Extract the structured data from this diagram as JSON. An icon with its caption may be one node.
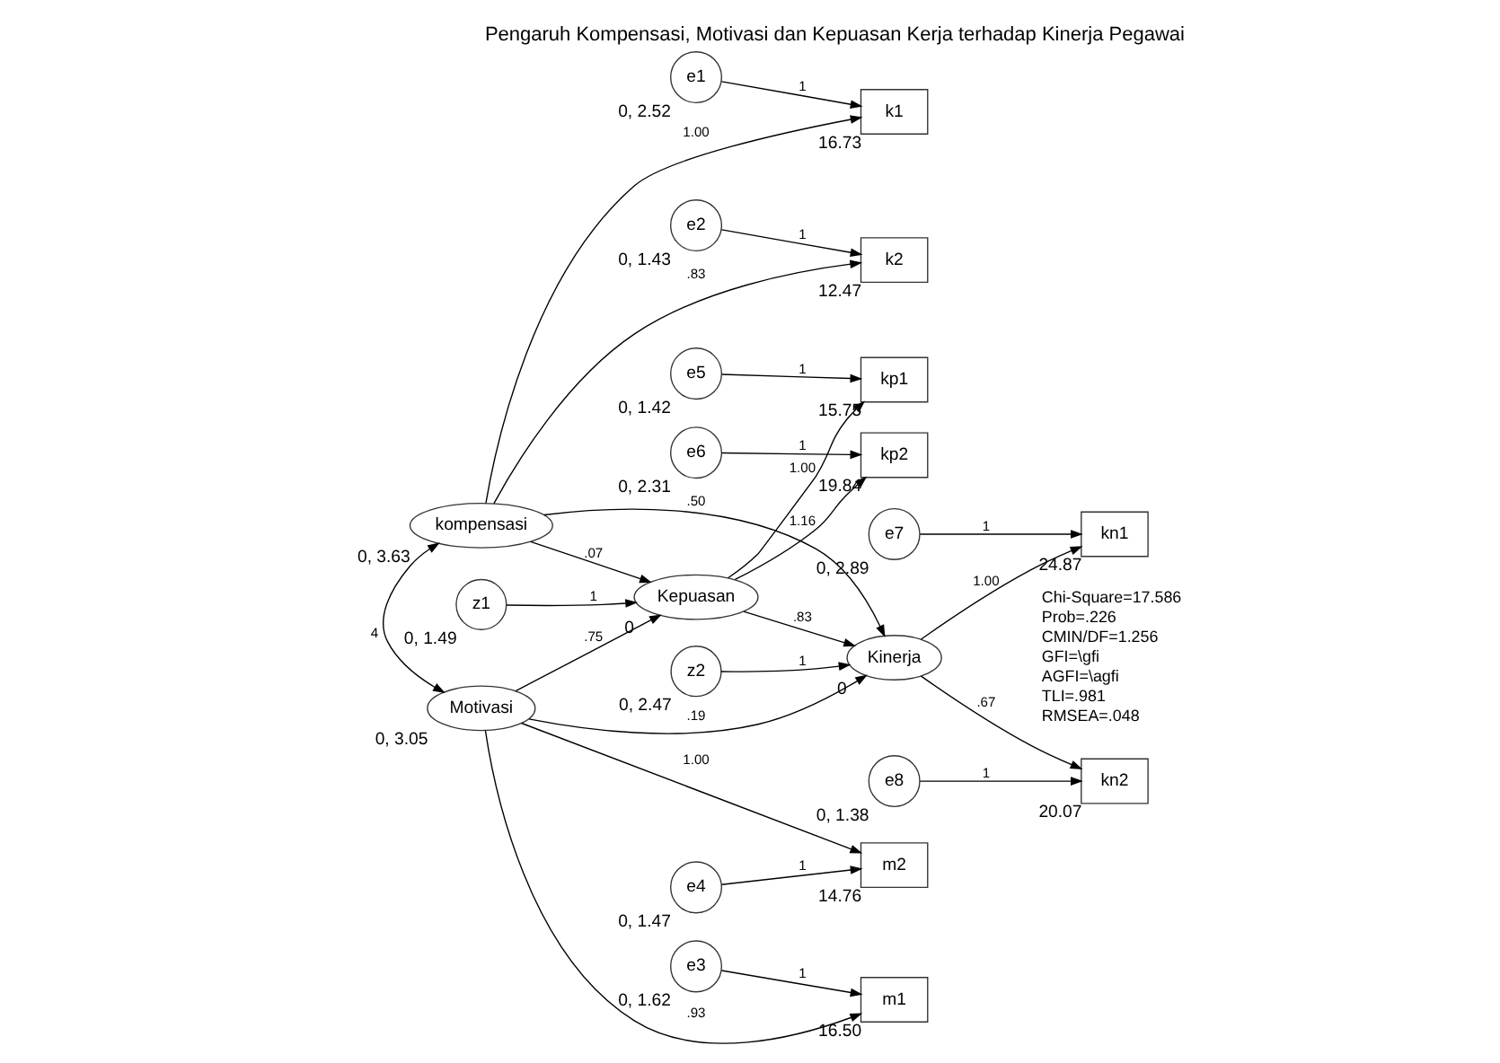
{
  "diagram": {
    "title": "Pengaruh Kompensasi, Motivasi dan Kepuasan Kerja terhadap Kinerja Pegawai",
    "nodes": [
      {
        "text": [
          "e1"
        ],
        "beside": [
          "0, 2.52"
        ]
      },
      {
        "text": [
          "e2"
        ],
        "beside": [
          "0, 1.43"
        ]
      },
      {
        "text": [
          "k1"
        ],
        "beside": [
          "16.73"
        ]
      },
      {
        "text": [
          "k2"
        ],
        "beside": [
          "12.47"
        ]
      },
      {
        "text": [
          "kompensasi"
        ],
        "beside": [
          "0, 3.63"
        ]
      },
      {
        "text": [
          "z1"
        ],
        "beside": [
          "0, 1.49"
        ]
      },
      {
        "text": [
          "z2"
        ],
        "beside": [
          "0, 2.47"
        ]
      },
      {
        "text": [
          "e6"
        ],
        "beside": [
          "0, 2.31"
        ]
      },
      {
        "text": [
          "kp2"
        ],
        "beside": [
          "19.84"
        ]
      },
      {
        "text": [
          "e5"
        ],
        "beside": [
          "0, 1.42"
        ]
      },
      {
        "text": [
          "kp1"
        ],
        "beside": [
          "15.75"
        ]
      },
      {
        "text": [
          "Kepuasan"
        ],
        "beside": [
          "0"
        ]
      },
      {
        "text": [
          "Kinerja"
        ],
        "beside": [
          "0"
        ]
      },
      {
        "text": [
          "kn1"
        ],
        "beside": [
          "24.87"
        ]
      },
      {
        "text": [
          "e7"
        ],
        "beside": [
          "0, 2.89"
        ]
      },
      {
        "text": [
          "kn2"
        ],
        "beside": [
          "20.07"
        ]
      },
      {
        "text": [
          "e8"
        ],
        "beside": [
          "0, 1.38"
        ]
      },
      {
        "text": [
          "Motivasi"
        ],
        "beside": [
          "0, 3.05"
        ]
      },
      {
        "text": [
          "m1"
        ],
        "beside": [
          "16.50"
        ]
      },
      {
        "text": [
          "m2"
        ],
        "beside": [
          "14.76"
        ]
      },
      {
        "text": [
          "e3"
        ],
        "beside": [
          "0, 1.62"
        ]
      },
      {
        "text": [
          "e4"
        ],
        "beside": [
          "0, 1.47"
        ]
      }
    ],
    "edges": [
      {
        "from": 0,
        "to": 2,
        "arrow": "to",
        "label": "1"
      },
      {
        "from": 1,
        "to": 3,
        "arrow": "to",
        "label": "1"
      },
      {
        "from": 4,
        "to": 2,
        "arrow": "to",
        "label": "1.00"
      },
      {
        "from": 4,
        "to": 3,
        "arrow": "to",
        "label": ".83"
      },
      {
        "from": 4,
        "to": 17,
        "arrow": "both",
        "label": "4"
      },
      {
        "from": 4,
        "to": 11,
        "arrow": "to",
        "label": ".07"
      },
      {
        "from": 4,
        "to": 12,
        "arrow": "to",
        "label": ".50"
      },
      {
        "from": 5,
        "to": 11,
        "arrow": "to",
        "label": "1"
      },
      {
        "from": 6,
        "to": 12,
        "arrow": "to",
        "label": "1"
      },
      {
        "from": 7,
        "to": 8,
        "arrow": "to",
        "label": "1"
      },
      {
        "from": 9,
        "to": 10,
        "arrow": "to",
        "label": "1"
      },
      {
        "from": 11,
        "to": 8,
        "arrow": "to",
        "label": "1.16"
      },
      {
        "from": 11,
        "to": 10,
        "arrow": "to",
        "label": "1.00"
      },
      {
        "from": 17,
        "to": 11,
        "arrow": "to",
        "label": ".75"
      },
      {
        "from": 11,
        "to": 12,
        "arrow": "to",
        "label": ".83"
      },
      {
        "from": 17,
        "to": 12,
        "arrow": "to",
        "label": ".19"
      },
      {
        "from": 12,
        "to": 13,
        "arrow": "to",
        "label": "1.00"
      },
      {
        "from": 12,
        "to": 15,
        "arrow": "to",
        "label": ".67"
      },
      {
        "from": 14,
        "to": 13,
        "arrow": "to",
        "label": "1"
      },
      {
        "from": 16,
        "to": 15,
        "arrow": "to",
        "label": "1"
      },
      {
        "from": 17,
        "to": 18,
        "arrow": "to",
        "label": ".93"
      },
      {
        "from": 17,
        "to": 19,
        "arrow": "to",
        "label": "1.00"
      },
      {
        "from": 20,
        "to": 18,
        "arrow": "to",
        "label": "1"
      },
      {
        "from": 21,
        "to": 19,
        "arrow": "to",
        "label": "1"
      }
    ],
    "labels": [
      "Chi-Square=17.586",
      "Prob=.226",
      "CMIN/DF=1.256",
      "GFI=\\gfi",
      "AGFI=\\agfi",
      "TLI=.981",
      "RMSEA=.048"
    ]
  }
}
